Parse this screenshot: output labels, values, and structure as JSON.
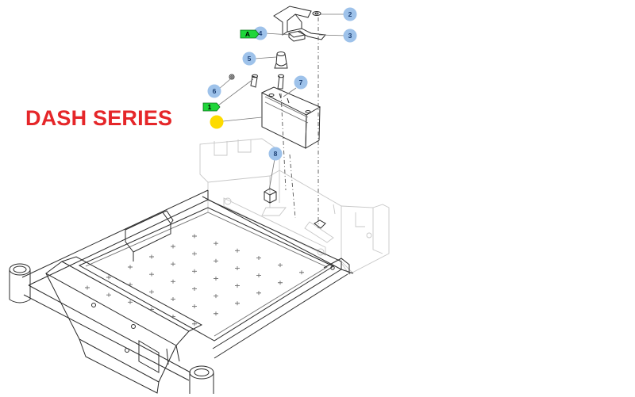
{
  "title": {
    "text": "DASH SERIES",
    "color": "#e52629"
  },
  "colors": {
    "callout": "#9ec2ea",
    "tag": "#1fd63a",
    "marker": "#fddb00"
  },
  "callouts": [
    {
      "label": "2"
    },
    {
      "label": "3"
    },
    {
      "label": "4"
    },
    {
      "label": "5"
    },
    {
      "label": "6"
    },
    {
      "label": "7"
    },
    {
      "label": "8"
    }
  ],
  "tags": [
    {
      "label": "A"
    },
    {
      "label": "1"
    }
  ],
  "marker": {
    "label": ""
  }
}
